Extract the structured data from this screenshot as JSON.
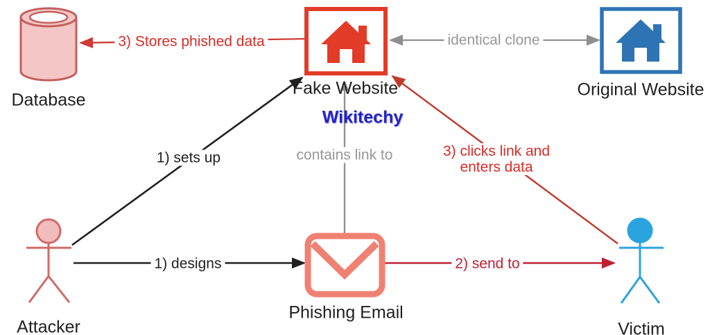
{
  "diagram": {
    "nodes": {
      "database": {
        "label": "Database",
        "icon": "database-cylinder-icon"
      },
      "fake_website": {
        "label": "Fake Website",
        "icon": "house-icon"
      },
      "original_website": {
        "label": "Original Website",
        "icon": "house-icon"
      },
      "attacker": {
        "label": "Attacker",
        "icon": "person-stick-figure-icon"
      },
      "phishing_email": {
        "label": "Phishing Email",
        "icon": "envelope-icon"
      },
      "victim": {
        "label": "Victim",
        "icon": "person-stick-figure-icon"
      },
      "watermark": {
        "label": "Wikitechy"
      }
    },
    "edges": {
      "stores_phished_data": {
        "label": "3) Stores phished data"
      },
      "identical_clone": {
        "label": "identical clone"
      },
      "sets_up": {
        "label": "1) sets up"
      },
      "contains_link_to": {
        "label": "contains link to"
      },
      "clicks_link": {
        "label_line1": "3) clicks link and",
        "label_line2": "enters data"
      },
      "designs": {
        "label": "1) designs"
      },
      "send_to": {
        "label": "2) send to"
      }
    },
    "colors": {
      "fake_website_red": "#e23c28",
      "original_website_blue": "#2e74b5",
      "envelope_salmon": "#ef8173",
      "database_pink_fill": "#f4c6c5",
      "database_pink_stroke": "#c2605e",
      "attacker_pink": "#cf6a66",
      "attacker_head_fill": "#f3bcbc",
      "victim_blue": "#2ba3df",
      "edge_gray": "#8f8f8f",
      "action_red_text": "#d92b26",
      "stores_line_red": "#cf3a33",
      "clicks_line_red": "#c0392b",
      "send_to_crimson": "#bf1e33",
      "watermark_blue": "#2323cc",
      "text_black": "#1f1f1f"
    }
  }
}
